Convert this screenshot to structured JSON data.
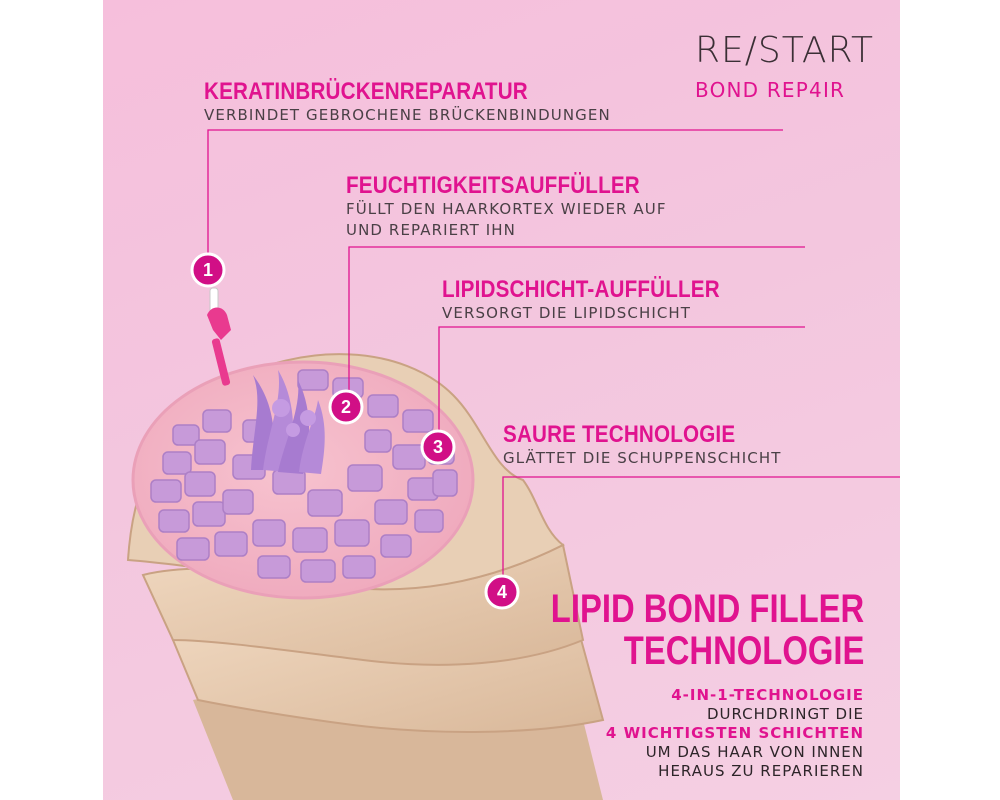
{
  "brand": {
    "line1": "RE/START",
    "line2": "BOND REP4IR"
  },
  "callouts": [
    {
      "number": "1",
      "title": "KERATINBRÜCKENREPARATUR",
      "lines": [
        "VERBINDET GEBROCHENE BRÜCKENBINDUNGEN"
      ]
    },
    {
      "number": "2",
      "title": "FEUCHTIGKEITSAUFFÜLLER",
      "lines": [
        "FÜLLT DEN HAARKORTEX WIEDER AUF",
        "UND REPARIERT IHN"
      ]
    },
    {
      "number": "3",
      "title": "LIPIDSCHICHT-AUFFÜLLER",
      "lines": [
        "VERSORGT DIE LIPIDSCHICHT"
      ]
    },
    {
      "number": "4",
      "title": "SAURE TECHNOLOGIE",
      "lines": [
        "GLÄTTET DIE SCHUPPENSCHICHT"
      ]
    }
  ],
  "headline": {
    "line1": "LIPID BOND FILLER",
    "line2": "TECHNOLOGIE"
  },
  "summary": [
    {
      "text": "4-IN-1-TECHNOLOGIE",
      "emphasis": true
    },
    {
      "text": "DURCHDRINGT DIE",
      "emphasis": false
    },
    {
      "text": "4 WICHTIGSTEN SCHICHTEN",
      "emphasis": true
    },
    {
      "text": "UM DAS HAAR VON INNEN",
      "emphasis": false
    },
    {
      "text": "HERAUS ZU REPARIEREN",
      "emphasis": false
    }
  ],
  "colors": {
    "accent": "#e0138f",
    "text_dark": "#2d2529",
    "background": "#f4c4dd"
  },
  "illustration": "hair-cross-section"
}
